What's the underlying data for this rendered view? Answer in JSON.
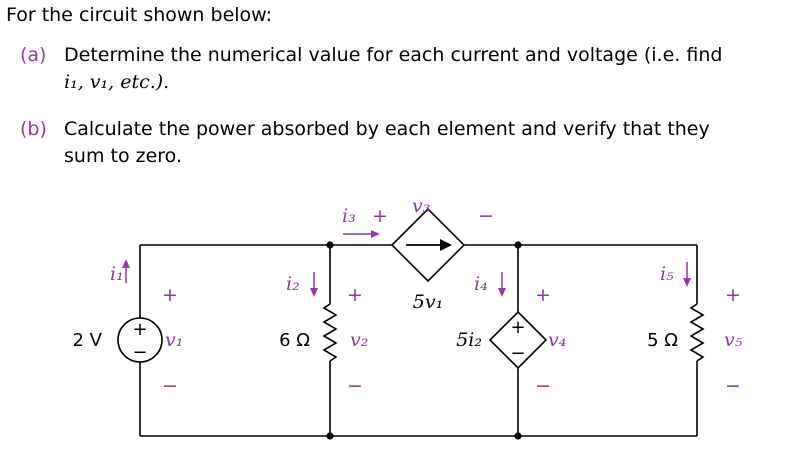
{
  "problem": {
    "intro": "For the circuit shown below:",
    "part_a": {
      "label": "(a)",
      "line1": "Determine the numerical value for each current and voltage (i.e. find",
      "line2": "i₁, v₁, etc.)."
    },
    "part_b": {
      "label": "(b)",
      "line1": "Calculate the power absorbed by each element and verify that they",
      "line2": "sum to zero."
    }
  },
  "circuit": {
    "source_voltage": "2 V",
    "r1": "6 Ω",
    "r2": "5 Ω",
    "dep_current_source": "5v₁",
    "dep_voltage_source": "5i₂",
    "labels": {
      "i1": "i₁",
      "v1": "v₁",
      "i2": "i₂",
      "v2": "v₂",
      "i3": "i₃",
      "v3": "v₃",
      "i4": "i₄",
      "v4": "v₄",
      "i5": "i₅",
      "v5": "v₅"
    },
    "plus": "+",
    "minus": "−",
    "accent_color": "#8a3ca0"
  }
}
